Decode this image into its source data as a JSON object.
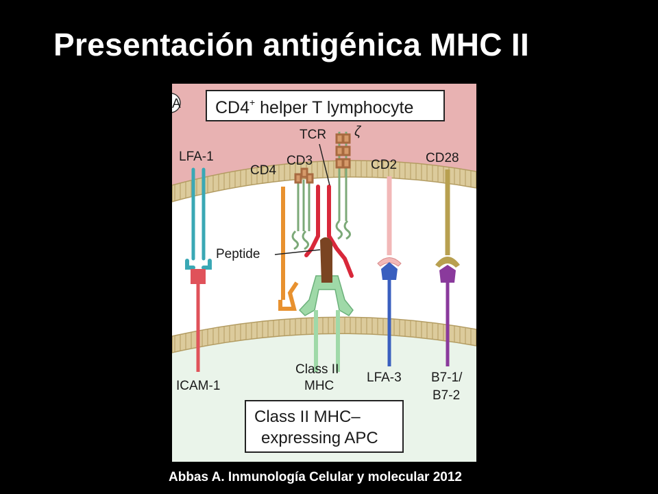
{
  "slide": {
    "title": "Presentación antigénica MHC II",
    "citation": "Abbas A. Inmunología Celular y molecular  2012"
  },
  "figure": {
    "panel_letter": "A",
    "t_cell_box": {
      "main": "CD4",
      "sup": "+",
      "rest": " helper T lymphocyte"
    },
    "apc_box": {
      "line1": "Class II MHC–",
      "line2": "expressing APC"
    },
    "labels": {
      "lfa1": "LFA-1",
      "cd4": "CD4",
      "cd3": "CD3",
      "tcr": "TCR",
      "zeta": "ζ",
      "cd2": "CD2",
      "cd28": "CD28",
      "peptide": "Peptide",
      "icam1": "ICAM-1",
      "class2_line1": "Class II",
      "class2_line2": "MHC",
      "lfa3": "LFA-3",
      "b7_line1": "B7-1/",
      "b7_line2": "B7-2"
    },
    "colors": {
      "t_cell": "#e8b2b2",
      "membrane": "#d8c89a",
      "synapse": "#ffffff",
      "apc": "#eaf4ea",
      "lfa1": "#3aa8b5",
      "icam1": "#e0525a",
      "cd4": "#e8912f",
      "cd3": "#7ca978",
      "tcr": "#d8283a",
      "mhc2": "#9fd9a8",
      "peptide": "#7a4422",
      "cd2": "#f2b8b8",
      "lfa3": "#3a5fbf",
      "cd28": "#b8a050",
      "b7": "#8a3a9c"
    }
  }
}
